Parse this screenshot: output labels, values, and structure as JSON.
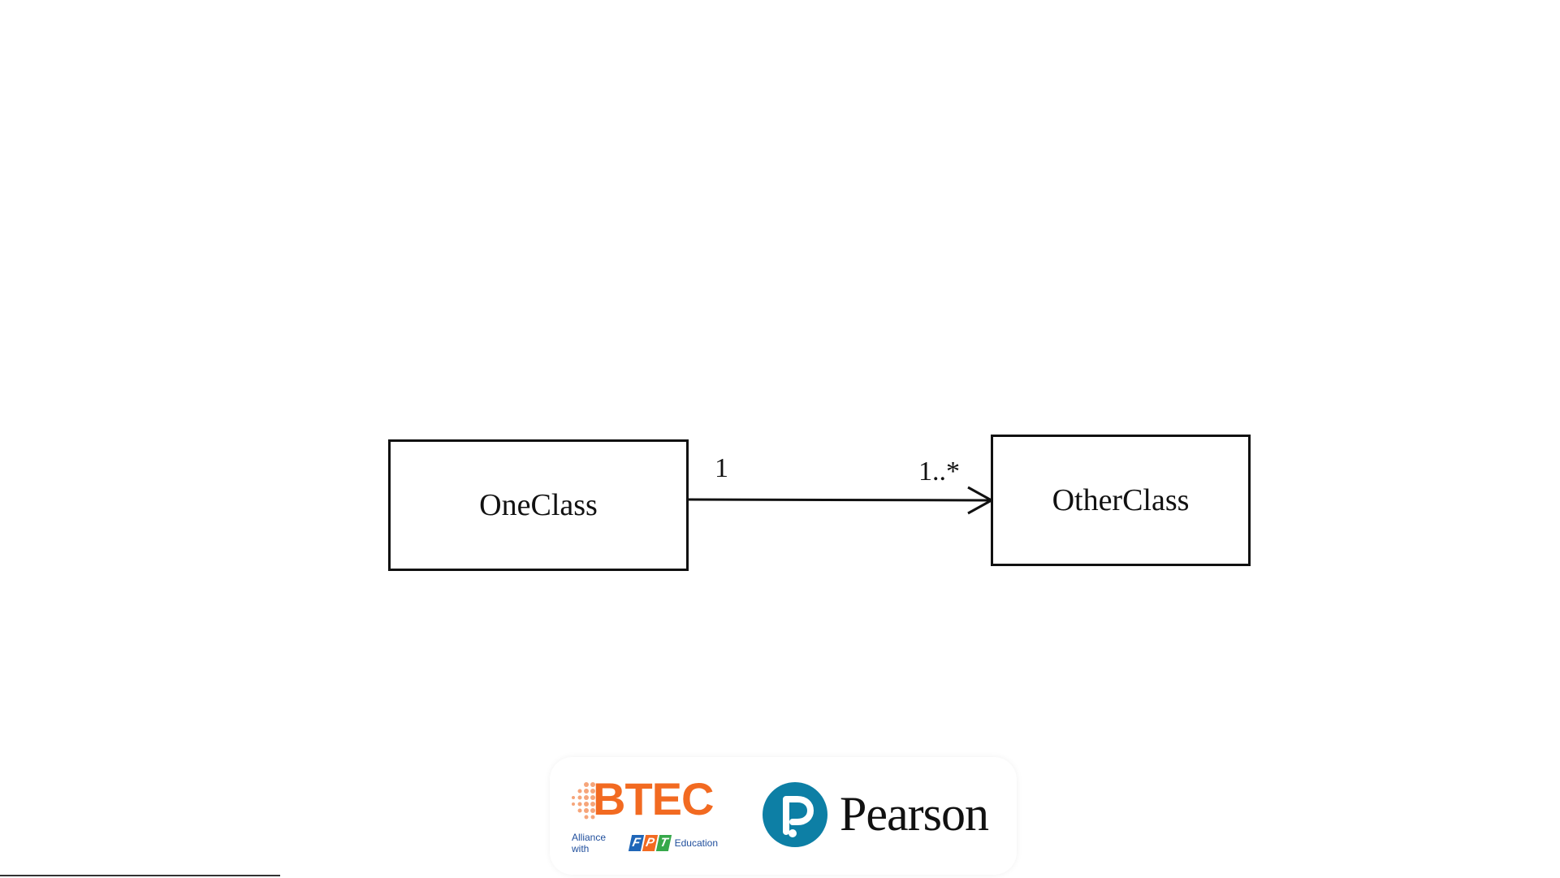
{
  "diagram": {
    "classes": [
      {
        "id": "one",
        "name": "OneClass"
      },
      {
        "id": "other",
        "name": "OtherClass"
      }
    ],
    "association": {
      "from": "one",
      "to": "other",
      "source_multiplicity": "1",
      "target_multiplicity": "1..*",
      "navigable": "to-target"
    }
  },
  "footer": {
    "btec": {
      "wordmark": "BTEC",
      "alliance_text": "Alliance with",
      "fpt_letters": [
        "F",
        "P",
        "T"
      ],
      "education_text": "Education",
      "color": "#f26a21"
    },
    "pearson": {
      "wordmark": "Pearson",
      "mark_color": "#0d7fa5"
    }
  }
}
